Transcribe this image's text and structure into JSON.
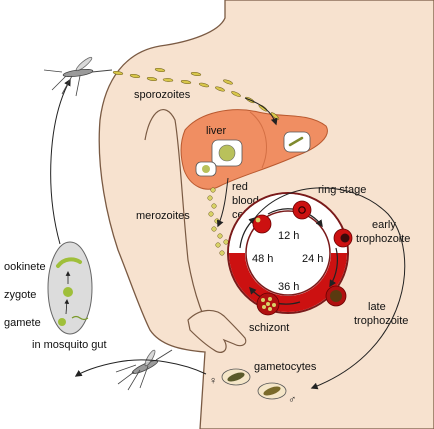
{
  "labels": {
    "sporozoites": "sporozoites",
    "liver": "liver",
    "red_blood_cell": [
      "red",
      "blood",
      "cell"
    ],
    "merozoites": "merozoites",
    "ring_stage": "ring stage",
    "early_trophozoite": [
      "early",
      "trophozoite"
    ],
    "late_trophozoite": [
      "late",
      "trophozoite"
    ],
    "schizont": "schizont",
    "gametocytes": "gametocytes",
    "ookinete": "ookinete",
    "zygote": "zygote",
    "gamete": "gamete",
    "in_mosquito_gut": "in mosquito gut",
    "female_symbol": "♀",
    "male_symbol": "♂"
  },
  "cycle_times": {
    "top": "12 h",
    "right": "24 h",
    "bottom": "36 h",
    "left": "48 h"
  },
  "colors": {
    "skin": "#f7e2cf",
    "outline": "#7a5a43",
    "liver": "#f08e62",
    "liver_dark": "#d36f44",
    "rbc": "#cc1111",
    "parasite_yellow": "#d8d266",
    "mosquito_gut": "#dcdcdc"
  }
}
